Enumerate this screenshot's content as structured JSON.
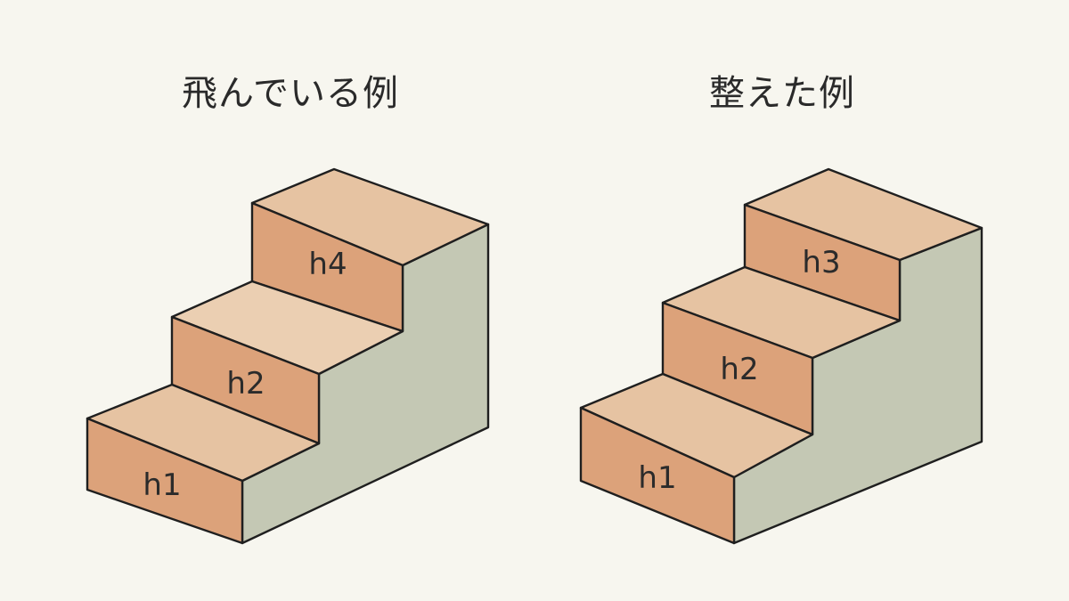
{
  "left_panel": {
    "title": "飛んでいる例",
    "steps": [
      "h1",
      "h2",
      "h4"
    ]
  },
  "right_panel": {
    "title": "整えた例",
    "steps": [
      "h1",
      "h2",
      "h3"
    ]
  },
  "colors": {
    "background": "#f7f6ef",
    "riser": "#dca27a",
    "tread": "#e6c3a2",
    "side": "#c4c8b4",
    "ink": "#1f1f1f"
  }
}
